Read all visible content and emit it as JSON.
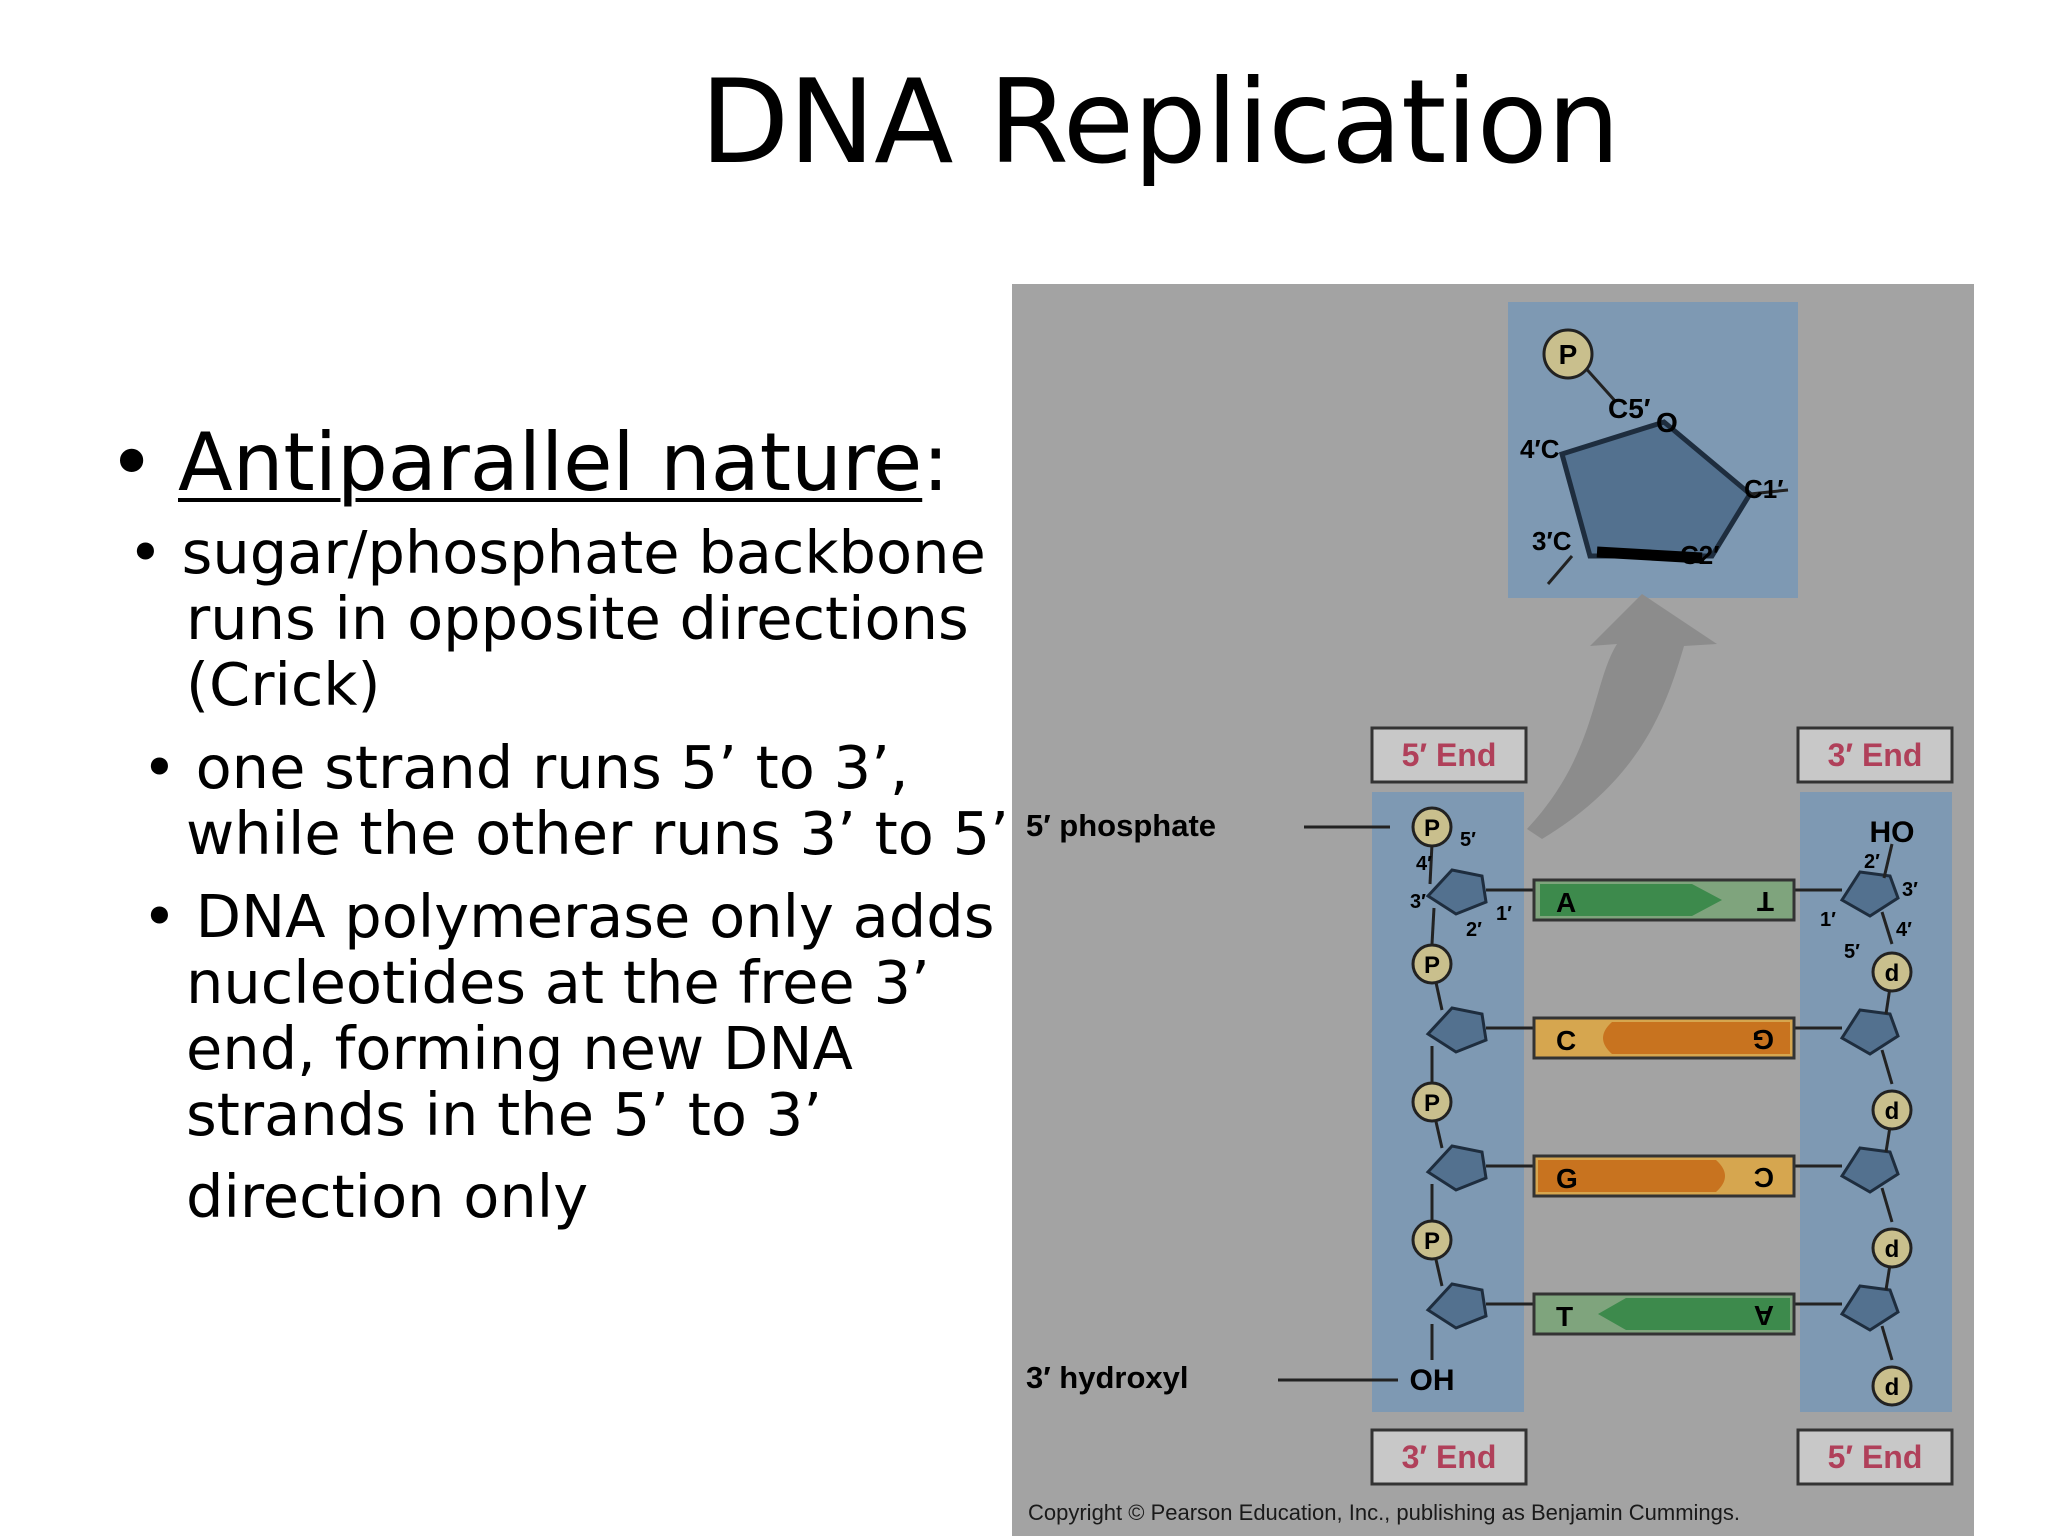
{
  "title": "DNA Replication",
  "main_bullet": {
    "marker": "•",
    "text": "Antiparallel nature",
    "suffix": ":"
  },
  "sub_bullets": [
    {
      "marker": "•",
      "lines": [
        "sugar/phosphate backbone",
        "runs in opposite directions",
        "(Crick)"
      ]
    },
    {
      "marker": "•",
      "lines": [
        "one strand runs 5’ to 3’,",
        "while the other runs 3’ to 5’;"
      ]
    },
    {
      "marker": "•",
      "lines": [
        "DNA polymerase only adds",
        "nucleotides at the free 3’",
        "end, forming new DNA",
        "strands in the 5’ to 3’",
        "direction only"
      ]
    }
  ],
  "figure": {
    "end_labels": {
      "left_top": "5′ End",
      "right_top": "3′ End",
      "left_bottom": "3′ End",
      "right_bottom": "5′ End"
    },
    "side_labels": {
      "phosphate": "5′ phosphate",
      "hydroxyl": "3′ hydroxyl"
    },
    "terminal_groups": {
      "oh": "OH",
      "ho": "HO"
    },
    "phosphate_symbol": "P",
    "phosphate_symbol_flipped": "d",
    "sugar_atoms": {
      "c5": "C5′",
      "o": "O",
      "c4": "4′C",
      "c3": "3′C",
      "c2": "C2′",
      "c1": "C1′"
    },
    "numbers": {
      "n5": "5′",
      "n4": "4′",
      "n3": "3′",
      "n2": "2′",
      "n1": "1′"
    },
    "base_pairs": [
      {
        "left": "A",
        "right": "T"
      },
      {
        "left": "C",
        "right": "G"
      },
      {
        "left": "G",
        "right": "C"
      },
      {
        "left": "T",
        "right": "A"
      }
    ],
    "copyright": "Copyright © Pearson Education, Inc., publishing as Benjamin Cummings.",
    "colors": {
      "panel_bg": "#a3a3a3",
      "column_bg": "#7e99b3",
      "sugar_fill": "#53718f",
      "phosphate_fill": "#c9bf8d",
      "green_base": "#3d8a4c",
      "green_light": "#7fa47d",
      "orange_base": "#c8731f",
      "orange_light": "#d6a64f",
      "end_label": "#b0405a"
    }
  }
}
